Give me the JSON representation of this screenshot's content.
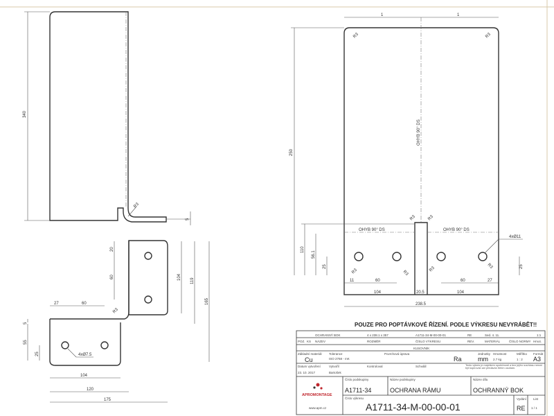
{
  "note": "POUZE PRO POPTÁVKOVÉ ŘÍZENÍ. PODLE VÝKRESU NEVYRÁBĚT!!",
  "view_top_left": {
    "height": "340",
    "thickness": "5",
    "radius": "R3"
  },
  "view_bottom_left": {
    "d20": "20",
    "d60v": "60",
    "d104v": "104",
    "d119": "119",
    "d165": "165",
    "d27": "27",
    "d60h": "60",
    "radius": "R3",
    "d5": "5",
    "d55": "55",
    "d25": "25",
    "holes": "4xØ7.5",
    "d104h": "104",
    "d120": "120",
    "d175": "175"
  },
  "view_right": {
    "height": "250",
    "bend": "OHYB 90° DS",
    "t1": "1",
    "t2": "1",
    "r_tl": "R3",
    "r_tr": "R3",
    "d110": "110",
    "d56": "56.1",
    "bend_l": "OHYB 90° DS",
    "bend_r": "OHYB 90° DS",
    "holes": "4xØ11",
    "d25l": "25",
    "d25r": "25",
    "d11": "11",
    "d60l": "60",
    "d60r": "60",
    "d27": "27",
    "d104l": "104",
    "d205": "20.5",
    "d104r": "104",
    "d2385": "238.5",
    "r_b1": "R3",
    "r_b2": "R3",
    "r_b3": "R3",
    "r_b4": "R3",
    "r_s1": "R3",
    "r_s2": "R3"
  },
  "title_block": {
    "row1": [
      "OCHRANNÝ BOK",
      "4 x 238.1 x 357",
      "A1711-34-M-00-00-01",
      "RE",
      "Sed. 4. 11.",
      "",
      "1:1"
    ],
    "row2": [
      "POZ.",
      "KS",
      "NÁZEV",
      "ROZMĚR",
      "ČÍSLO VÝKRESU",
      "REV.",
      "MATERIÁL",
      "ČÍSLO NORMY",
      "Hmot."
    ],
    "header": "KUSOVNÍK",
    "material_label": "Základní materiál",
    "material": "Cu",
    "tolerance_label": "Tolerance",
    "tolerance": "ISO 2768 - mK",
    "surface_label": "Povrchová úprava",
    "surface": "Ra",
    "units_label": "Jednotky",
    "units": "mm",
    "weight_label": "Hmotnost",
    "weight": "2.7 kg",
    "scale_label": "Měřítko",
    "scale": "1 : 2",
    "format_label": "Formát",
    "format": "A3",
    "date_label": "Datum vytvoření",
    "date": "23. 10. 2017",
    "drawn_label": "Vytvořil",
    "drawn": "Bartošek",
    "check_label": "Kontroloval",
    "approve_label": "Schválil",
    "legal": "Tento výkres je majetkem společnosti a bez jejího souhlasu nesmí být kopírován ani předáván třetím osobám.",
    "company": "APROMONTAGE",
    "web": "www.apm.cz",
    "assembly_no_label": "Číslo podskupiny",
    "assembly_no": "A1711-34",
    "assembly_name_label": "Název podskupiny",
    "assembly_name": "OCHRANA RÁMU",
    "part_name_label": "Název dílu",
    "part_name": "OCHRANNÝ BOK",
    "drawing_no_label": "Číslo výkresu",
    "drawing_no": "A1711-34-M-00-00-01",
    "rev_label": "Vydání",
    "rev": "RE",
    "sheet_label": "List",
    "sheet": "1 / 1"
  }
}
